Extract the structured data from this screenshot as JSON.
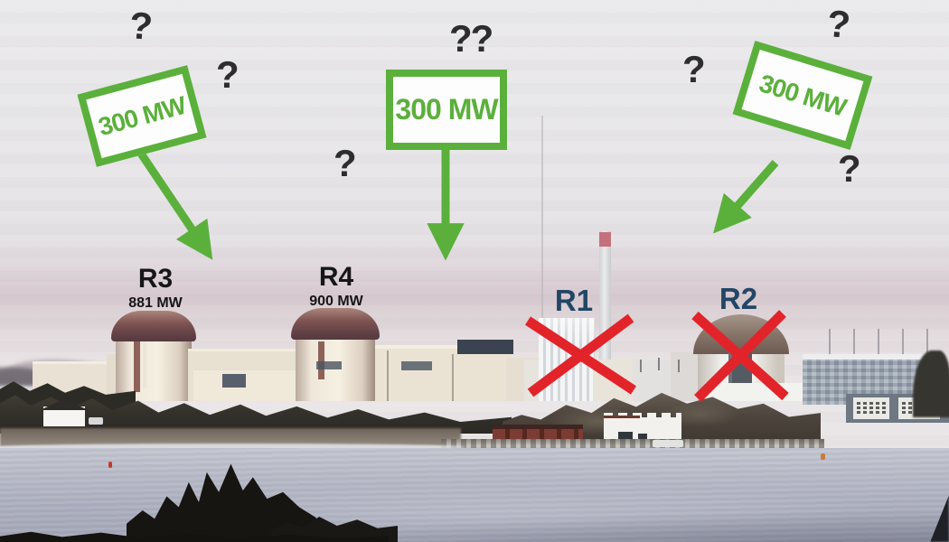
{
  "annotations": {
    "signs": [
      {
        "position": "left",
        "label": "300 MW"
      },
      {
        "position": "center",
        "label": "300 MW"
      },
      {
        "position": "right",
        "label": "300 MW"
      }
    ],
    "question_marks": [
      "?",
      "?",
      "??",
      "?",
      "?",
      "?",
      "?"
    ],
    "reactor_labels": {
      "r3": {
        "name": "R3",
        "capacity": "881 MW"
      },
      "r4": {
        "name": "R4",
        "capacity": "900 MW"
      },
      "r1": {
        "name": "R1"
      },
      "r2": {
        "name": "R2"
      }
    },
    "crossed_out_reactors": [
      "R1",
      "R2"
    ],
    "colors": {
      "sign_green": "#5bb03c",
      "cross_red": "#e2242a",
      "label_navy": "#234666",
      "label_black": "#161616"
    }
  }
}
